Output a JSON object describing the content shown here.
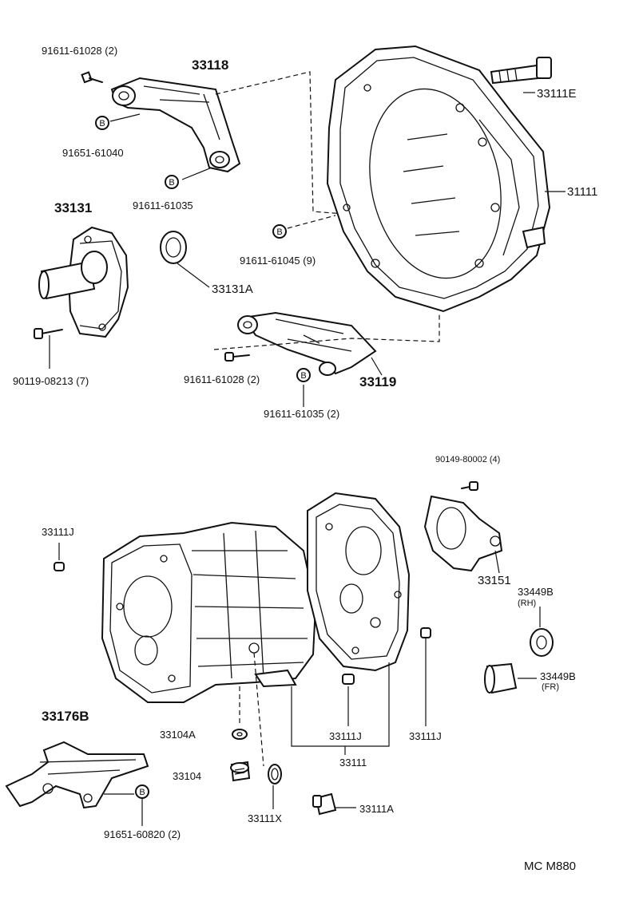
{
  "labels": {
    "p_91611_61028_a": "91611-61028 (2)",
    "p_33118": "33118",
    "p_33111E": "33111E",
    "p_91651_61040": "91651-61040",
    "p_91611_61035_a": "91611-61035",
    "p_31111": "31111",
    "p_33131": "33131",
    "p_33131A": "33131A",
    "p_91611_61045": "91611-61045 (9)",
    "p_90119_08213": "90119-08213 (7)",
    "p_91611_61028_b": "91611-61028 (2)",
    "p_33119": "33119",
    "p_91611_61035_b": "91611-61035 (2)",
    "p_90149_80002": "90149-80002 (4)",
    "p_33111J_a": "33111J",
    "p_33151": "33151",
    "p_33449B_rh": "33449B",
    "rh": "(RH)",
    "p_33449B_fr": "33449B",
    "fr": "(FR)",
    "p_33176B": "33176B",
    "p_33104A": "33104A",
    "p_33111J_b": "33111J",
    "p_33111J_c": "33111J",
    "p_33111": "33111",
    "p_33104": "33104",
    "p_33111X": "33111X",
    "p_33111A": "33111A",
    "p_91651_60820": "91651-60820 (2)",
    "code": "MC M880"
  },
  "badges": {
    "b": "B"
  }
}
